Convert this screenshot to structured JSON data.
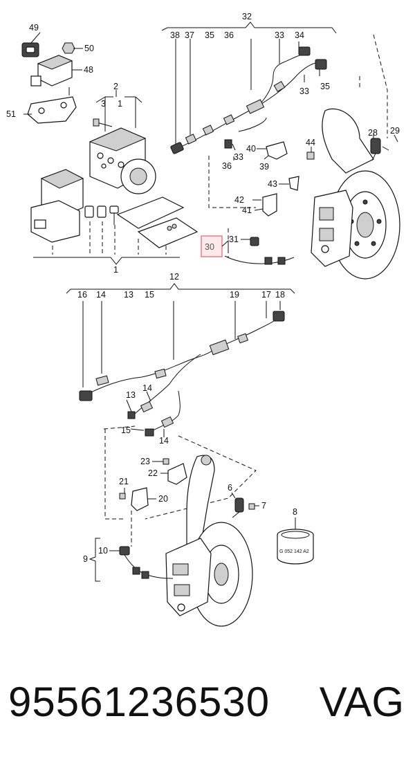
{
  "callouts": {
    "c1a": "1",
    "c1b": "1",
    "c2": "2",
    "c3": "3",
    "c6": "6",
    "c7": "7",
    "c8": "8",
    "c9": "9",
    "c10": "10",
    "c12": "12",
    "c13a": "13",
    "c13b": "13",
    "c14a": "14",
    "c14b": "14",
    "c14c": "14",
    "c15a": "15",
    "c15b": "15",
    "c16": "16",
    "c17": "17",
    "c18": "18",
    "c19": "19",
    "c20": "20",
    "c21": "21",
    "c22": "22",
    "c23": "23",
    "c28": "28",
    "c29": "29",
    "c30": "30",
    "c31": "31",
    "c32": "32",
    "c33a": "33",
    "c33b": "33",
    "c33c": "33",
    "c34": "34",
    "c35a": "35",
    "c35b": "35",
    "c36a": "36",
    "c36b": "36",
    "c37": "37",
    "c38": "38",
    "c39": "39",
    "c40": "40",
    "c41": "41",
    "c42": "42",
    "c43": "43",
    "c44": "44",
    "c48": "48",
    "c49": "49",
    "c50": "50",
    "c51": "51"
  },
  "seal_label": "G 052 142 A2",
  "highlight_color": "#e8606a",
  "footer": {
    "part_number": "95561236530",
    "brand": "VAG"
  }
}
